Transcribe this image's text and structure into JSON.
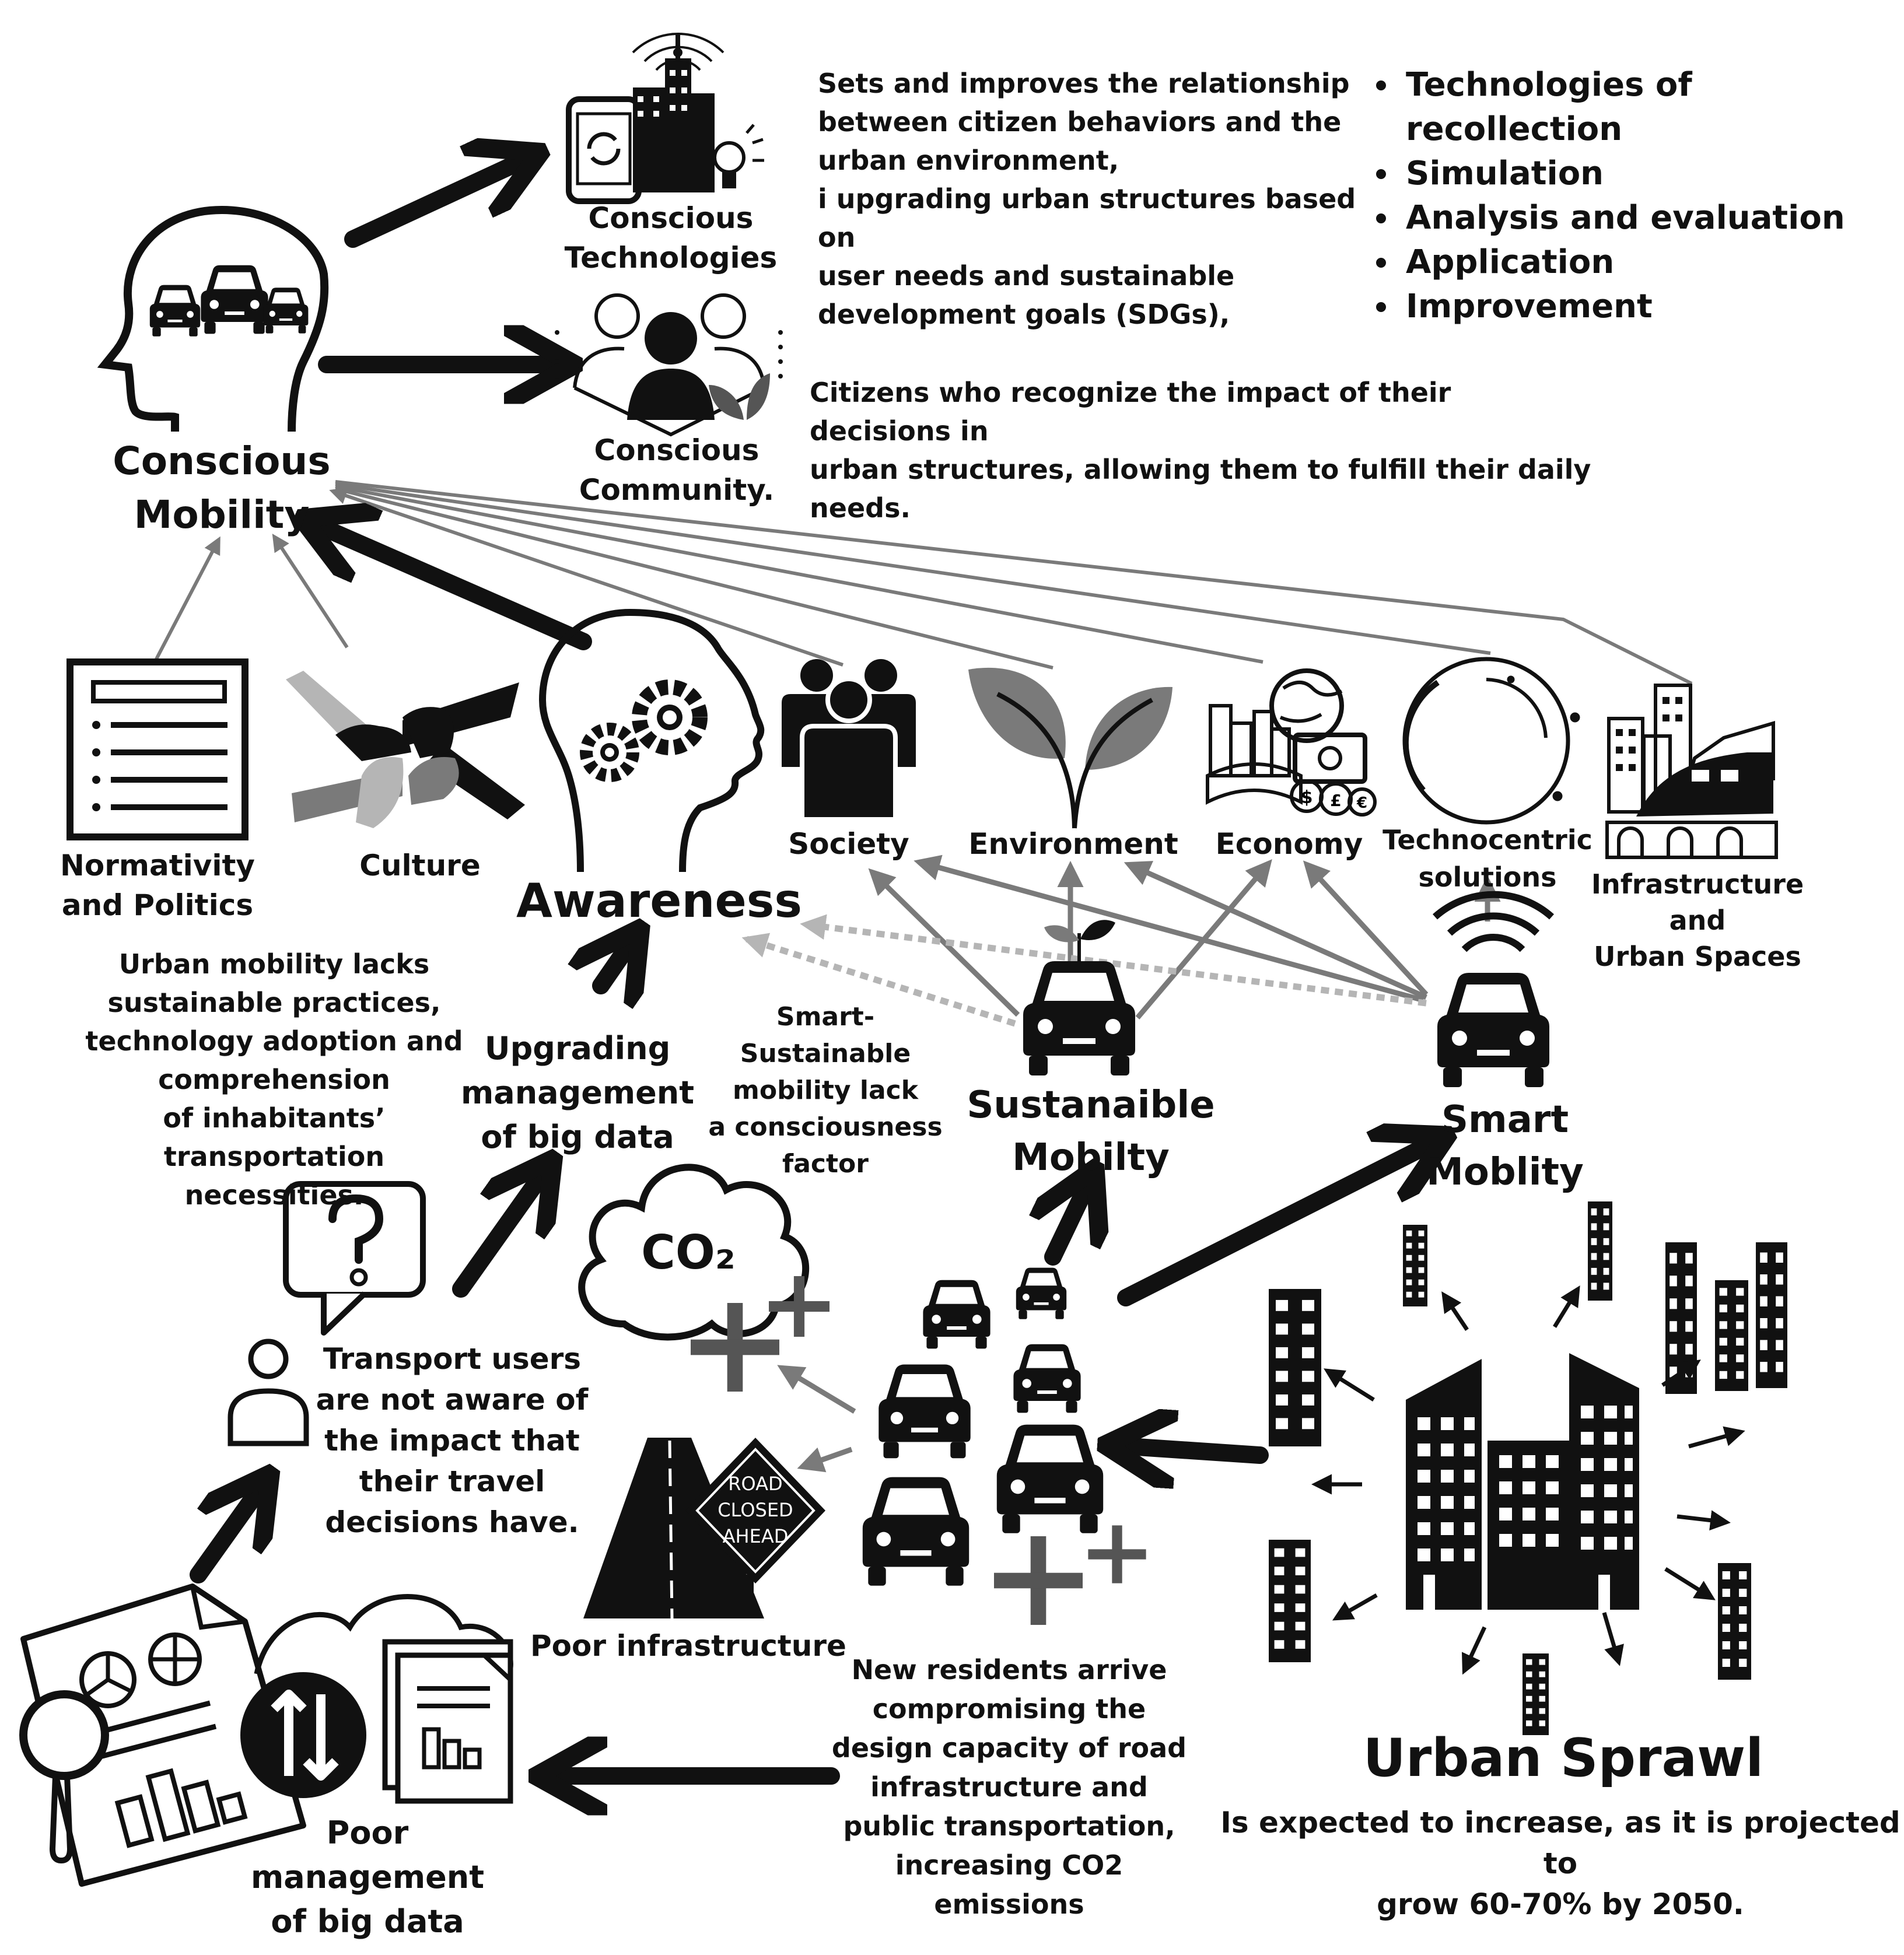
{
  "nodes": {
    "conscious_mobility": "Conscious\nMobility",
    "conscious_technologies": "Conscious\nTechnologies",
    "conscious_community": "Conscious\nCommunity.",
    "normativity": "Normativity\nand Politics",
    "culture": "Culture",
    "awareness": "Awareness",
    "society": "Society",
    "environment": "Environment",
    "economy": "Economy",
    "technocentric": "Technocentric\nsolutions",
    "infrastructure": "Infrastructure and\nUrban Spaces",
    "upgrading": "Upgrading\nmanagement\nof big data",
    "sustainable_mobility": "Sustanaible\nMobilty",
    "smart_mobility": "Smart\nMoblity",
    "poor_infrastructure": "Poor infrastructure",
    "poor_management": "Poor\nmanagement\nof big data",
    "urban_sprawl": "Urban Sprawl"
  },
  "texts": {
    "tech_description": "Sets and improves the relationship\nbetween citizen behaviors and the\nurban environment,\ni upgrading urban structures based on\nuser needs and sustainable\ndevelopment goals (SDGs),",
    "community_description": "Citizens who recognize the impact of their decisions in\nurban structures, allowing them to fulfill their daily\nneeds.",
    "urban_mobility_lacks": "Urban mobility lacks\nsustainable practices,\ntechnology adoption and\ncomprehension\nof inhabitants’ transportation\nnecessities.",
    "smart_sustainable_lack": "Smart-Sustainable\nmobility lack\na consciousness\nfactor",
    "transport_users": "Transport users\nare not aware of\nthe impact that\ntheir travel\ndecisions have.",
    "new_residents": "New residents arrive\ncompromising the\ndesign capacity of road\ninfrastructure and\npublic transportation,\nincreasing  CO2\nemissions",
    "sprawl_description": "Is expected to increase, as it is projected to\ngrow 60-70% by 2050."
  },
  "bullets": [
    "Technologies of\nrecollection",
    "Simulation",
    "Analysis and evaluation",
    "Application",
    "Improvement"
  ],
  "icon_text": {
    "co2": "CO₂",
    "road_sign": [
      "ROAD",
      "CLOSED",
      "AHEAD"
    ]
  },
  "colors": {
    "black": "#111111",
    "dark_gray": "#555555",
    "mid_gray": "#7a7a7a",
    "light_gray": "#b5b5b5"
  }
}
